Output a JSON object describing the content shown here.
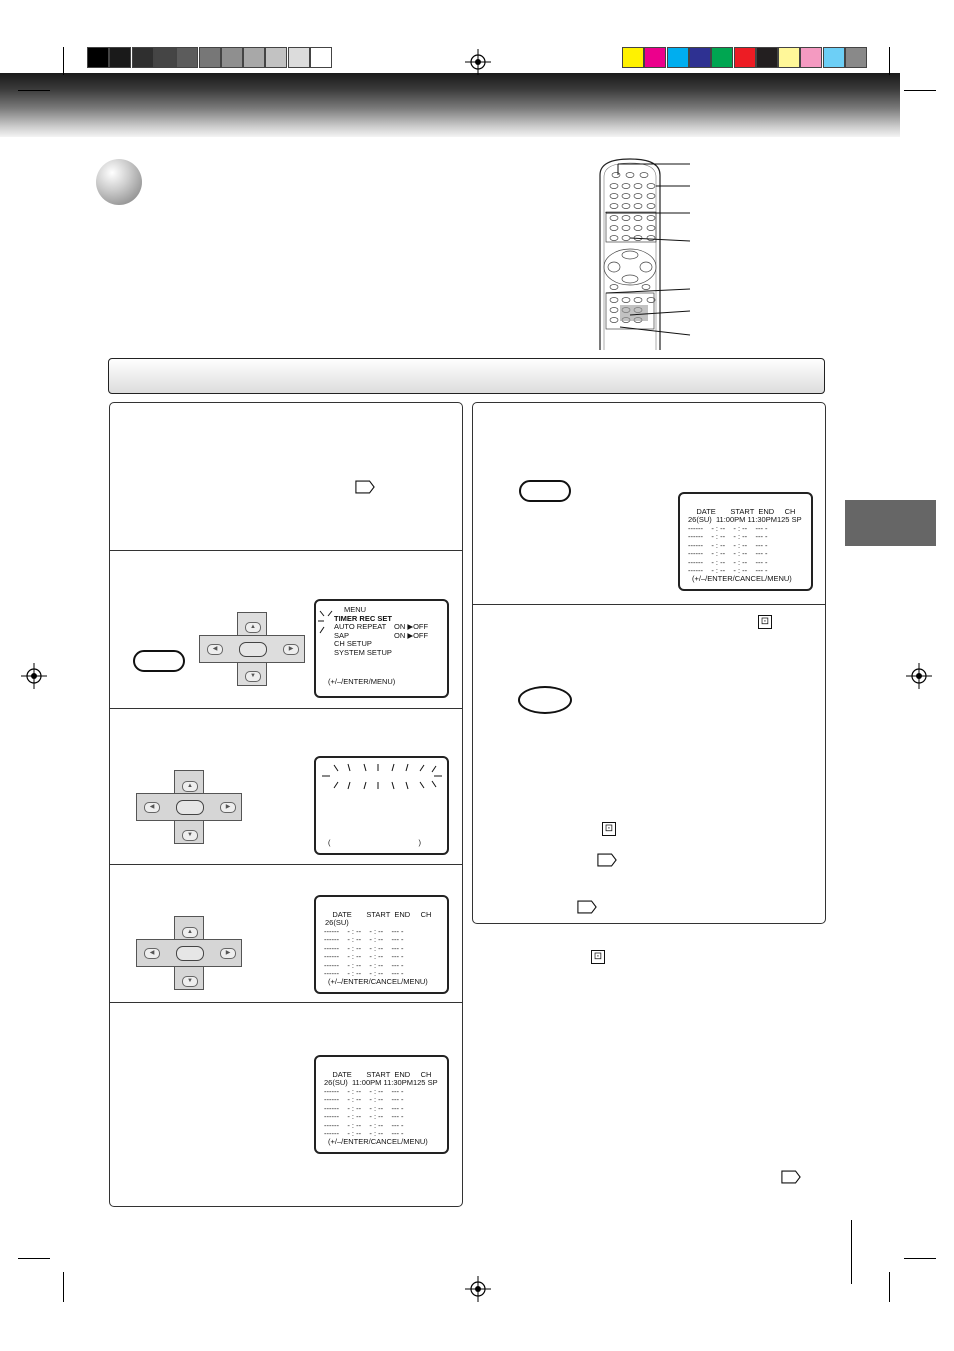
{
  "colors": {
    "gray_bar": [
      "#000000",
      "#1a1a1a",
      "#2f2f2f",
      "#454545",
      "#5c5c5c",
      "#777777",
      "#8f8f8f",
      "#a8a8a8",
      "#c2c2c2",
      "#dcdcdc",
      "#ffffff"
    ],
    "color_bar": [
      "#fff200",
      "#ec008c",
      "#00aeef",
      "#2e3192",
      "#00a651",
      "#ed1c24",
      "#231f20",
      "#fff799",
      "#f49ac1",
      "#6dcff6",
      "#898989"
    ],
    "header_dark": "#1a1a1a",
    "side_tab": "#666666"
  },
  "icons": {
    "registration": "crosshair-registration-mark",
    "reference": "page-reference-tag-icon",
    "timer": "timer-symbol-icon",
    "remote": "remote-control-icon"
  },
  "menu_screen": {
    "items": [
      "MENU",
      "TIMER REC SET",
      "AUTO REPEAT",
      "SAP",
      "CH SETUP",
      "SYSTEM SETUP"
    ],
    "auto_repeat_value": "ON ▶OFF",
    "sap_value": "ON ▶OFF",
    "footer": "(+/–/ENTER/MENU)"
  },
  "blank_screen": {
    "footer_left": "(",
    "footer_right": ")"
  },
  "timer_table": {
    "headers": [
      "DATE",
      "START",
      "END",
      "CH"
    ],
    "empty_row": "------    - : --    - : --    --- -",
    "footer": "(+/–/ENTER/CANCEL/MENU)"
  },
  "filled_row": {
    "date": "26(SU)",
    "start": "11:00PM",
    "end": "11:30PM",
    "ch": "125",
    "speed": "SP"
  },
  "step3_screen": {
    "date": "26(SU)"
  }
}
